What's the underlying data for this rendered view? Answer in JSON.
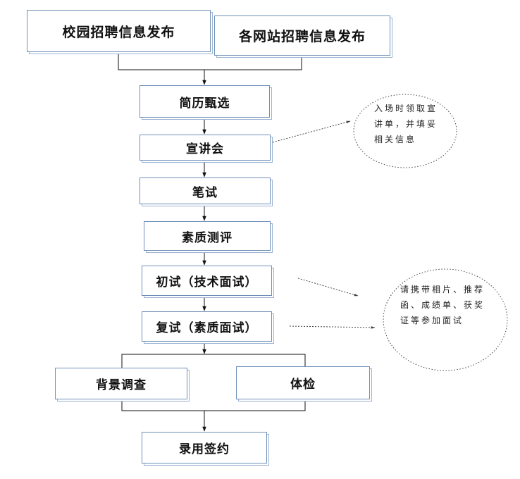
{
  "nodes": {
    "campus": "校园招聘信息发布",
    "web": "各网站招聘信息发布",
    "resume": "简历甄选",
    "seminar": "宣讲会",
    "written": "笔试",
    "quality_eval": "素质测评",
    "first": "初试（技术面试）",
    "second": "复试（素质面试）",
    "background": "背景调查",
    "physical": "体检",
    "sign": "录用签约"
  },
  "notes": {
    "seminar_note": "入场时领取宣讲单，并填妥相关信息",
    "interview_note": "请携带相片、推荐函、成绩单、获奖证等参加面试"
  },
  "colors": {
    "box_border": "#6f8fb8",
    "box_shadow": "#9bb3d3",
    "line": "#111111"
  }
}
